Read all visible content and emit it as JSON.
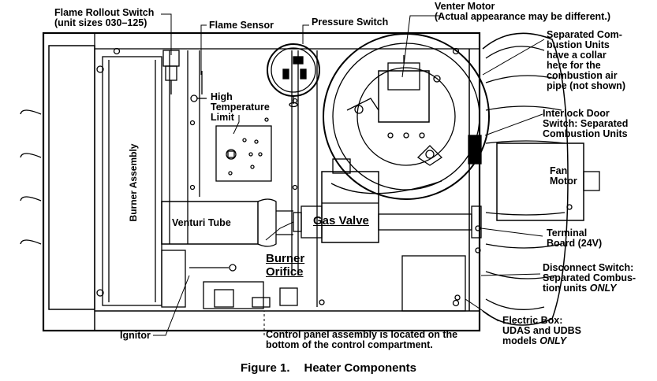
{
  "labels": {
    "flame_rollout_1": "Flame Rollout Switch",
    "flame_rollout_2": "(unit sizes 030–125)",
    "flame_sensor": "Flame Sensor",
    "pressure_switch": "Pressure Switch",
    "venter_motor_1": "Venter Motor",
    "venter_motor_2": "(Actual appearance may be different.)",
    "separated_1": "Separated Com-",
    "separated_2": "bustion Units",
    "separated_3": "have a collar",
    "separated_4": "here for the",
    "separated_5": "combustion air",
    "separated_6": "pipe (not shown)",
    "interlock_1": "Interlock Door",
    "interlock_2": "Switch: Separated",
    "interlock_3": "Combustion Units",
    "high_temp_1": "High",
    "high_temp_2": "Temperature",
    "high_temp_3": "Limit",
    "burner_assembly": "Burner Assembly",
    "venturi_tube": "Venturi Tube",
    "gas_valve": "Gas Valve",
    "fan_motor_1": "Fan",
    "fan_motor_2": "Motor",
    "terminal_1": "Terminal",
    "terminal_2": "Board (24V)",
    "burner_orifice_1": "Burner",
    "burner_orifice_2": "Orifice",
    "disconnect_1": "Disconnect Switch:",
    "disconnect_2": "Separated Combus-",
    "disconnect_3a": "tion units ",
    "disconnect_3b": "ONLY",
    "ignitor": "Ignitor",
    "control_panel_1": "Control panel assembly is located on the",
    "control_panel_2": "bottom of the control compartment.",
    "electric_1": "Electric Box:",
    "electric_2": "UDAS and UDBS",
    "electric_3a": "models ",
    "electric_3b": "ONLY"
  },
  "caption": {
    "number": "Figure 1.",
    "title": "Heater Components"
  }
}
